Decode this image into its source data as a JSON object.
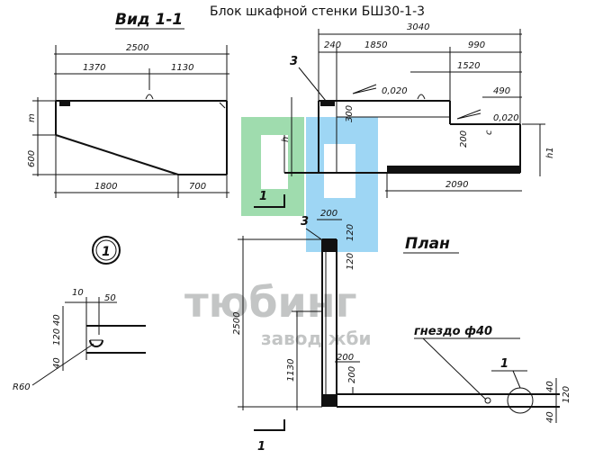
{
  "title": "Блок шкафной стенки БШ30-1-3",
  "labels": {
    "view_1_1": "Вид 1-1",
    "plan": "План",
    "socket": "гнездо ф40",
    "node_1": "1",
    "section_1_top": "1",
    "section_1_bottom": "1",
    "callout_3_a": "3",
    "callout_3_b": "3",
    "callout_1_plan": "1"
  },
  "dims": {
    "v_2500": "2500",
    "v_1370": "1370",
    "v_1130": "1130",
    "v_m": "m",
    "v_600": "600",
    "v_1800": "1800",
    "v_700": "700",
    "s_3040": "3040",
    "s_240": "240",
    "s_1850": "1850",
    "s_990": "990",
    "s_1520": "1520",
    "s_490": "490",
    "s_slope1": "0,020",
    "s_slope2": "0,020",
    "s_300": "300",
    "s_200": "200",
    "s_h": "h",
    "s_h1": "h1",
    "s_2090": "2090",
    "s_c": "с",
    "p_200": "200",
    "p_120a": "120",
    "p_120b": "120",
    "p_2500": "2500",
    "p_1130": "1130",
    "p_200b": "200",
    "p_200c": "200",
    "p_40a": "40",
    "p_120c": "120",
    "p_40b": "40",
    "n_10": "10",
    "n_50": "50",
    "n_40a": "40",
    "n_120": "120",
    "n_40b": "40",
    "n_r60": "R60"
  },
  "watermark": {
    "main": "тюбинг",
    "sub": "завод жби",
    "colors": {
      "green": "#7fcf8f",
      "blue": "#7ec7ee",
      "gray": "#b9bcbc"
    }
  }
}
